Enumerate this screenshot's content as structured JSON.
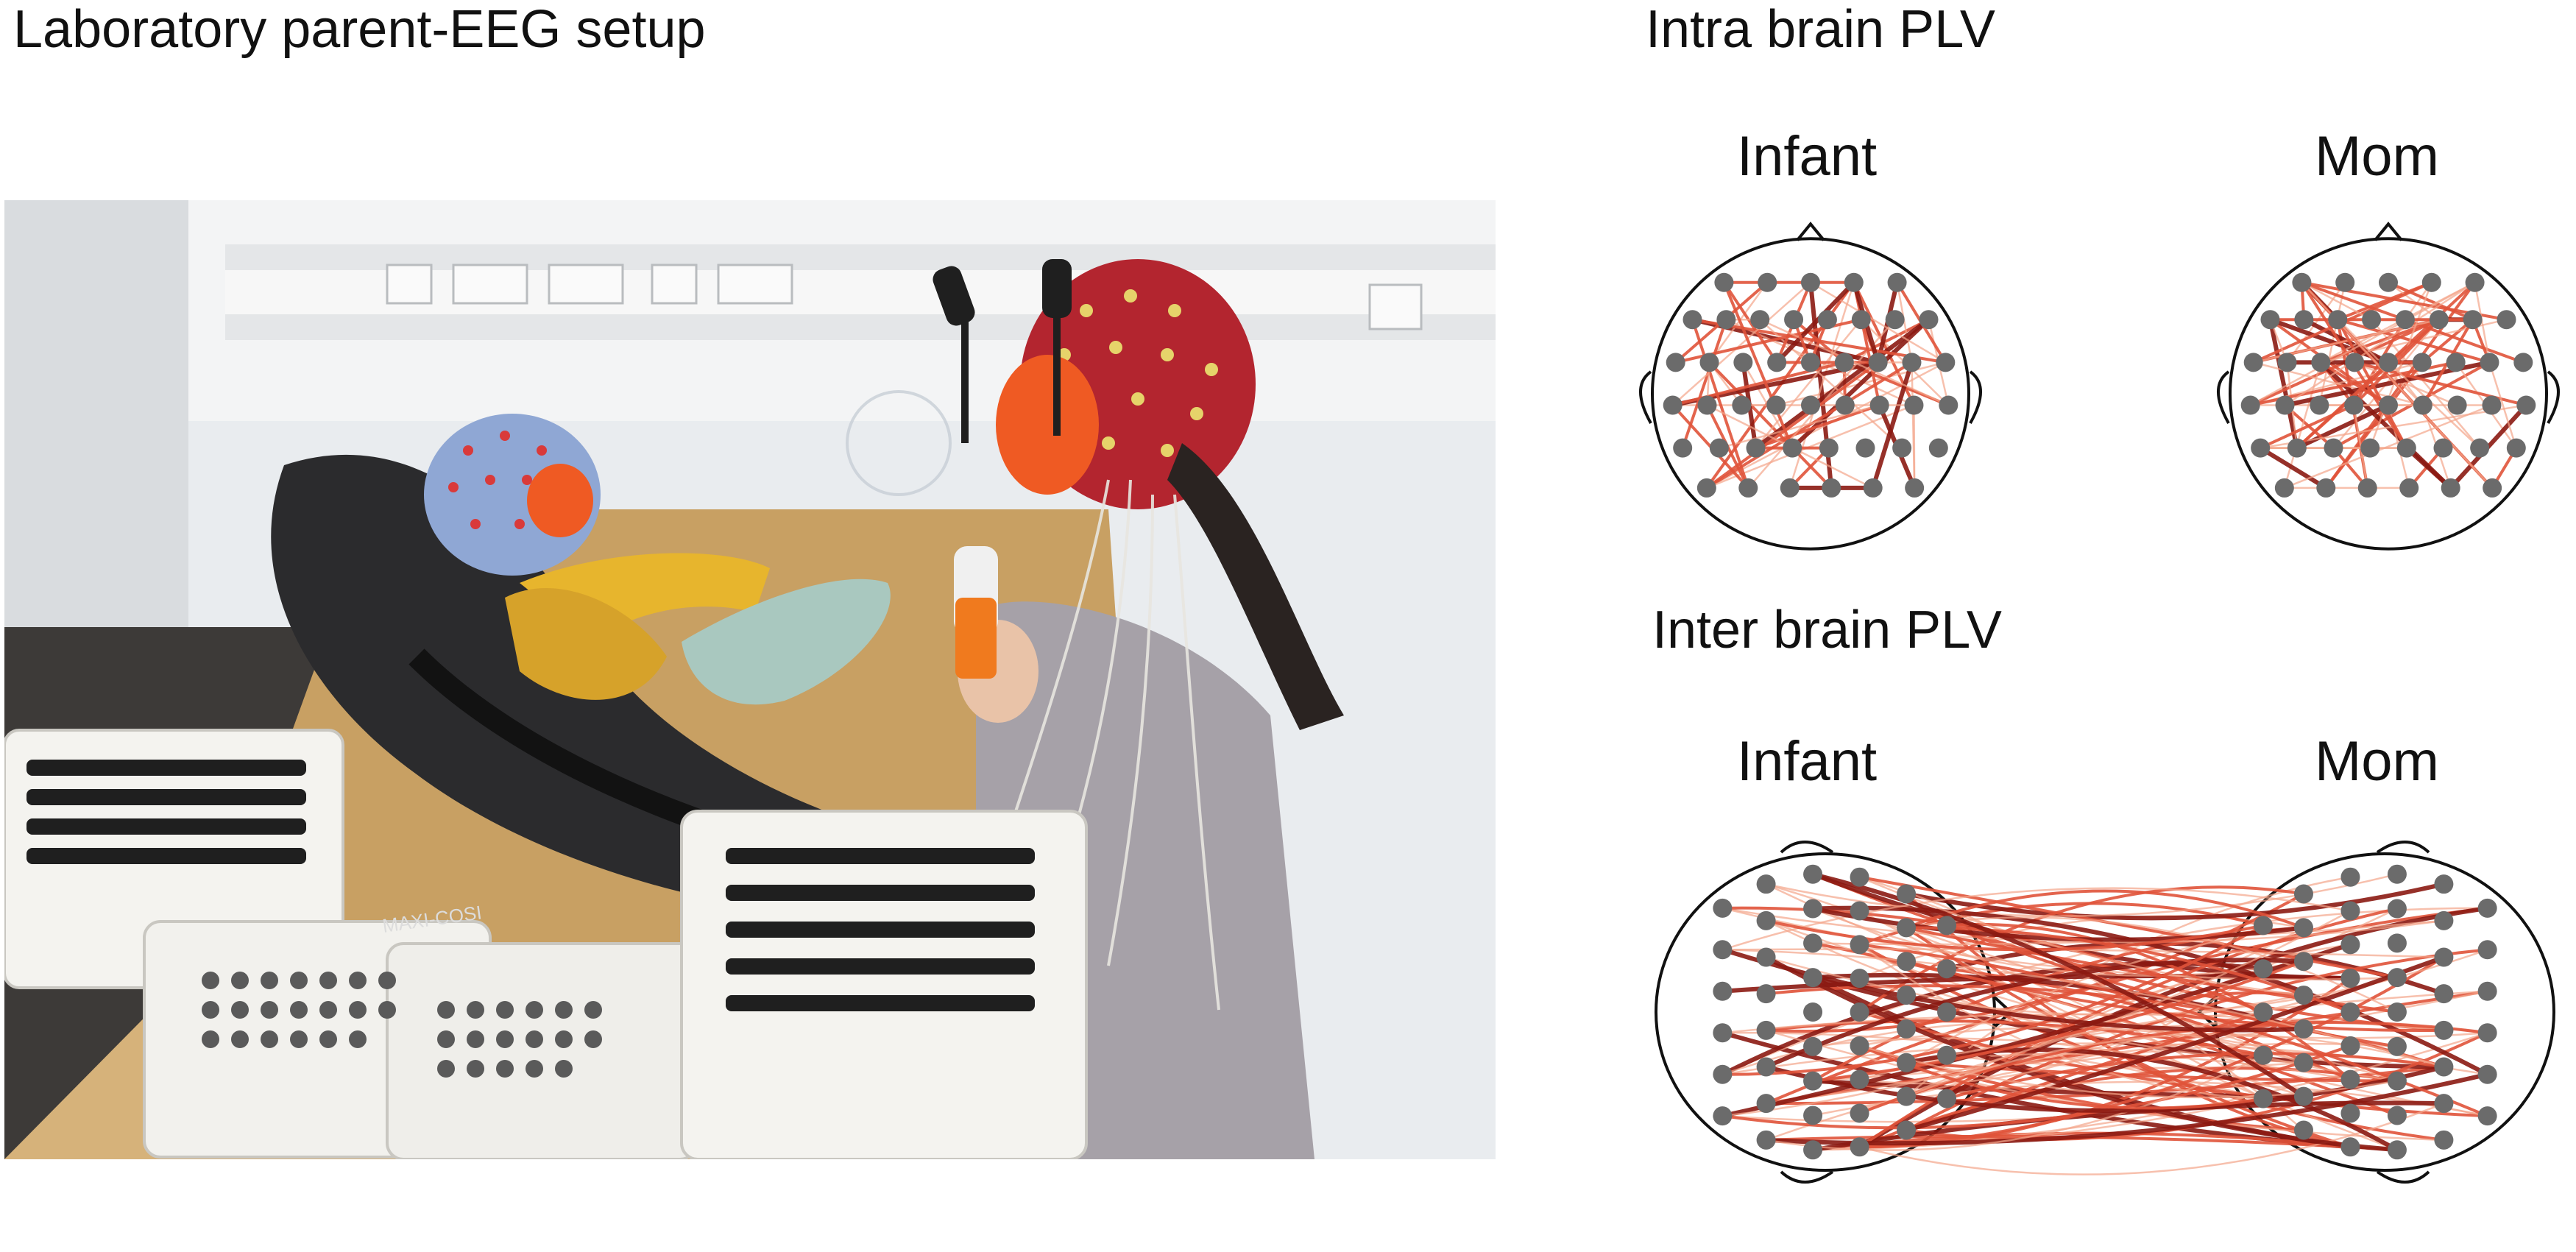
{
  "setup": {
    "title": "Laboratory parent-EEG setup"
  },
  "intra": {
    "title": "Intra brain PLV",
    "left_label": "Infant",
    "right_label": "Mom"
  },
  "inter": {
    "title": "Inter brain PLV",
    "left_label": "Infant",
    "right_label": "Mom"
  },
  "photo": {
    "description_icon": "photo-eeg-setup",
    "equipment_label": "MAXI-COSI"
  },
  "colors": {
    "electrode": "#6b6b6b",
    "connection_light": "#f4a58a",
    "connection_mid": "#e0533a",
    "connection_dark": "#8b1a12",
    "face_mask": "#ef5a23",
    "cap_infant": "#8fa7d4",
    "cap_mom": "#b3252f"
  }
}
